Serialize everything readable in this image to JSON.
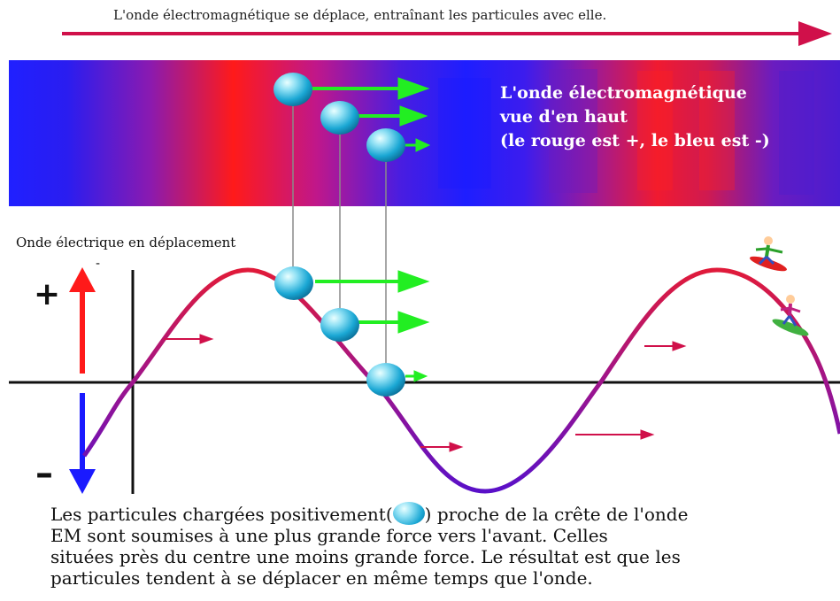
{
  "top_caption": "L'onde électromagnétique se déplace, entraînant les particules avec elle.",
  "band_title": {
    "line1": "L'onde électromagnétique",
    "line2": "vue d'en haut",
    "line3": "(le rouge est +, le bleu est -)"
  },
  "wave_label": "Onde électrique en déplacement",
  "plus_sign": "+",
  "minus_sign": "–",
  "small_tick": "-",
  "caption": {
    "part1": "Les particules chargées positivement(",
    "part2": ") proche de la crête de l'onde",
    "line2": "EM sont soumises à une plus grande force vers l'avant. Celles",
    "line3": "situées près du centre une moins grande force. Le résultat est que les",
    "line4": "particules tendent à se déplacer en même temps que l'onde."
  },
  "colors": {
    "positive": "#ff1a1a",
    "negative": "#1a1aff",
    "force_arrow": "#22ee22",
    "motion_arrow": "#d0104a",
    "particle": "#1aa7d4",
    "axis": "#111111"
  },
  "icons": [
    "particle-icon",
    "surfer-icon",
    "green-force-arrow-icon",
    "red-motion-arrow-icon"
  ]
}
